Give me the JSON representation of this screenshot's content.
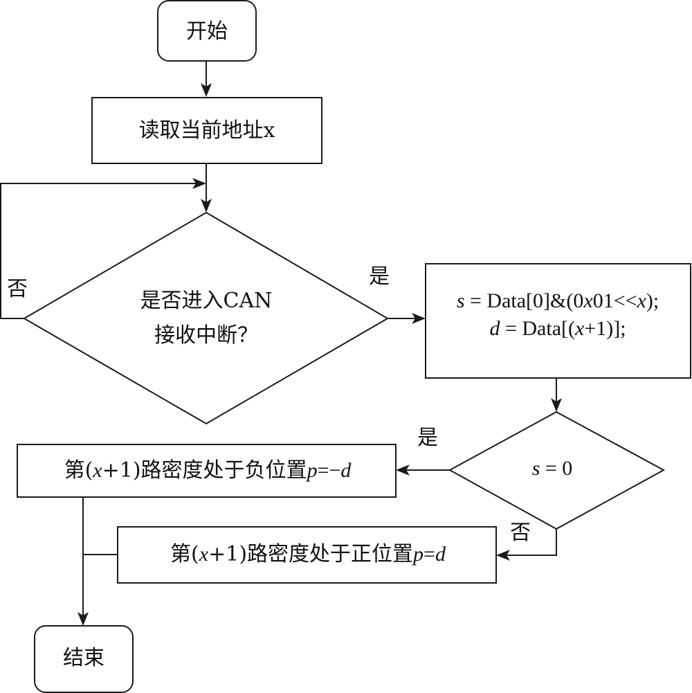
{
  "nodes": {
    "start": {
      "label": "开始"
    },
    "read_address": {
      "label": "读取当前地址x"
    },
    "can_interrupt_check": {
      "line1": "是否进入CAN",
      "line2": "接收中断？"
    },
    "compute": {
      "line1": [
        "s",
        " = Data[0]&(0",
        "x",
        "01<<",
        "x",
        ");"
      ],
      "line2": [
        "d",
        " = Data[(",
        "x",
        "+1)];"
      ]
    },
    "s_zero_check": {
      "parts": [
        "s",
        " = 0"
      ]
    },
    "negative_position": {
      "parts": [
        "第(",
        "x",
        "+1)路密度处于负位置",
        "p",
        "=−",
        "d"
      ]
    },
    "positive_position": {
      "parts": [
        "第(",
        "x",
        "+1)路密度处于正位置",
        "p",
        "=",
        "d"
      ]
    },
    "end": {
      "label": "结束"
    }
  },
  "edge_labels": {
    "can_yes": "是",
    "can_no": "否",
    "s_yes": "是",
    "s_no": "否"
  }
}
